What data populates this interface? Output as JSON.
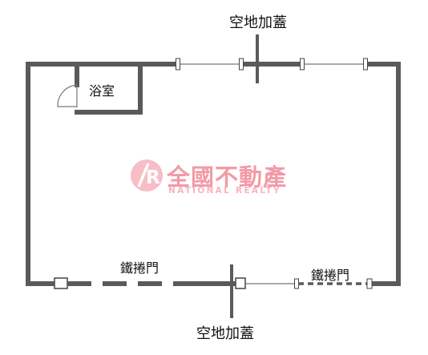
{
  "labels": {
    "top_addition": "空地加蓋",
    "bottom_addition": "空地加蓋",
    "bathroom": "浴室",
    "shutter_left": "鐵捲門",
    "shutter_right": "鐵捲門"
  },
  "watermark": {
    "logo_letter": "R",
    "brand_cn": "全國不動產",
    "brand_en": "NATIONAL REALTY"
  },
  "colors": {
    "wall": "#5a5a5a",
    "watermark_cn": "#f29aa6",
    "watermark_en": "#f5b5bf"
  },
  "icons": [
    "door-swing-icon",
    "logo-r-icon"
  ]
}
